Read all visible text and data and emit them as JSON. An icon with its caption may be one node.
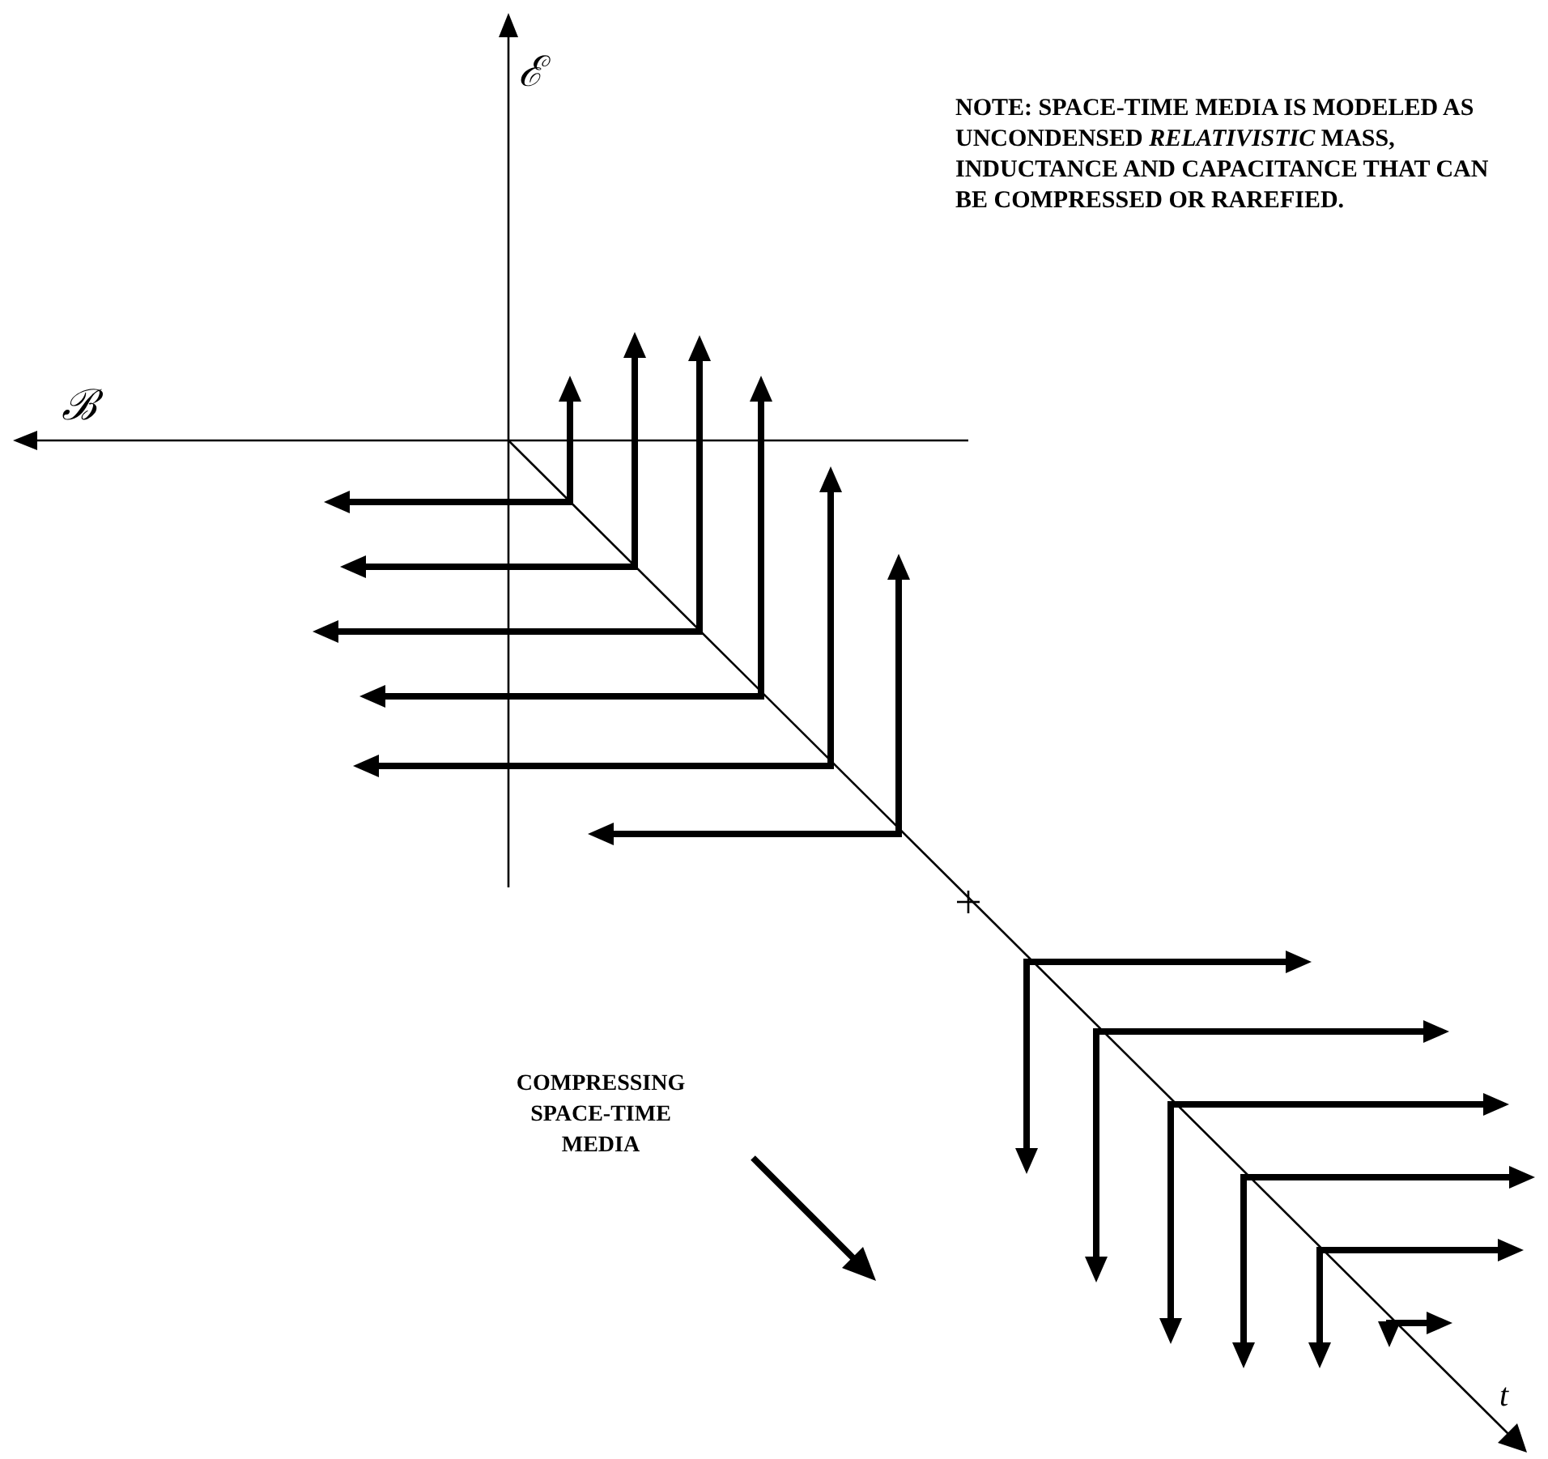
{
  "diagram": {
    "labels": [
      "ℰ",
      "ℬ",
      "NOTE: SPACE-TIME MEDIA IS MODELED AS UNCONDENSED *RELATIVISTIC* MASS, INDUCTANCE AND CAPACITANCE THAT CAN BE COMPRESSED OR RAREFIED.",
      "COMPRESSING SPACE-TIME MEDIA",
      "t"
    ]
  }
}
